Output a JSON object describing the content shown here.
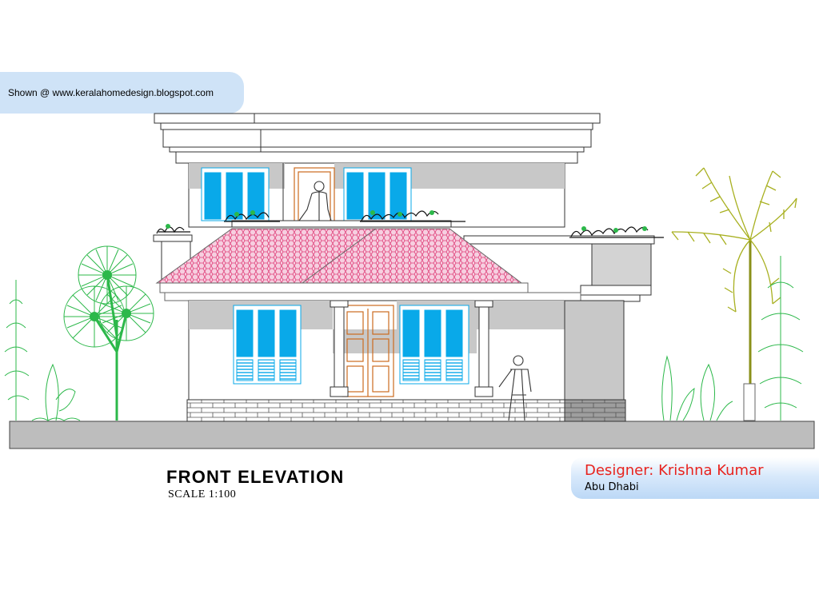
{
  "source_banner": "Shown @  www.keralahomedesign.blogspot.com",
  "title": "FRONT ELEVATION",
  "scale": "SCALE  1:100",
  "designer": "Designer: Krishna Kumar",
  "location": "Abu Dhabi",
  "colors": {
    "roof_tile": "#e0407a",
    "window_glass": "#09a9e9",
    "door_wood": "#cc6a1e",
    "wall_shade": "#c8c8c8",
    "ground": "#bdbdbd",
    "palm": "#a8b020",
    "shrub": "#2cb84a",
    "banner": "#cfe3f7",
    "designer_text": "#e8231e"
  },
  "icons": [
    "person-figure-icon",
    "palm-tree-icon",
    "fan-palm-tree-icon",
    "shrub-icon",
    "potted-plant-icon"
  ]
}
